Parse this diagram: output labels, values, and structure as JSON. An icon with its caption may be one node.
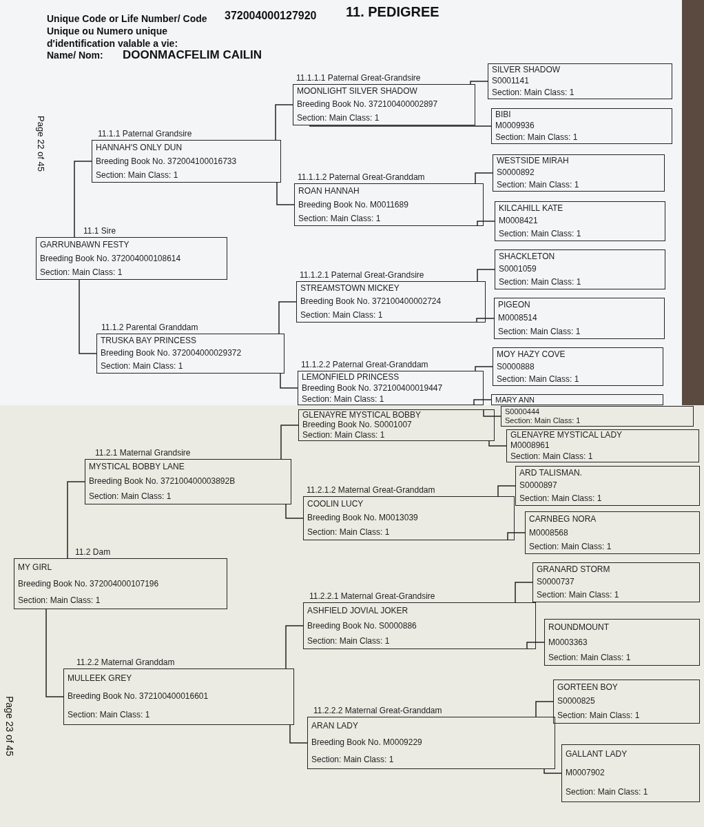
{
  "diagram": {
    "title": "11. PEDIGREE",
    "nodes": [
      {
        "text": [
          "11.1 Sire",
          "GARRUNBAWN FESTY",
          "Breeding Book No. 372004000108614",
          "Section: Main Class: 1"
        ]
      },
      {
        "text": [
          "11.1.1 Paternal Grandsire",
          "HANNAH'S ONLY DUN",
          "Breeding Book No. 372004100016733",
          "Section: Main Class: 1"
        ]
      },
      {
        "text": [
          "11.1.1.1 Paternal Great-Grandsire",
          "MOONLIGHT SILVER SHADOW",
          "Breeding Book No. 372100400002897",
          "Section: Main Class: 1"
        ]
      },
      {
        "text": [
          "SILVER SHADOW",
          "S0001141",
          "Section: Main Class: 1"
        ]
      },
      {
        "text": [
          "BIBI",
          "M0009936",
          "Section: Main Class: 1"
        ]
      },
      {
        "text": [
          "11.1.1.2 Paternal Great-Granddam",
          "ROAN HANNAH",
          "Breeding Book No. M0011689",
          "Section: Main Class: 1"
        ]
      },
      {
        "text": [
          "WESTSIDE MIRAH",
          "S0000892",
          "Section: Main Class: 1"
        ]
      },
      {
        "text": [
          "KILCAHILL KATE",
          "M0008421",
          "Section: Main Class: 1"
        ]
      },
      {
        "text": [
          "11.1.2 Parental Granddam",
          "TRUSKA BAY PRINCESS",
          "Breeding Book No. 372004000029372",
          "Section: Main Class: 1"
        ]
      },
      {
        "text": [
          "11.1.2.1 Paternal Great-Grandsire",
          "STREAMSTOWN MICKEY",
          "Breeding Book No. 372100400002724",
          "Section: Main Class: 1"
        ]
      },
      {
        "text": [
          "SHACKLETON",
          "S0001059",
          "Section: Main Class: 1"
        ]
      },
      {
        "text": [
          "PIGEON",
          "M0008514",
          "Section: Main Class: 1"
        ]
      },
      {
        "text": [
          "11.1.2.2 Paternal Great-Granddam",
          "LEMONFIELD PRINCESS",
          "Breeding Book No. 372100400019447",
          "Section: Main Class: 1"
        ]
      },
      {
        "text": [
          "MOY HAZY COVE",
          "S0000888",
          "Section: Main Class: 1"
        ]
      },
      {
        "text": [
          "MARY ANN"
        ]
      },
      {
        "text": [
          "11.2 Dam",
          "MY GIRL",
          "Breeding Book No. 372004000107196",
          "Section: Main Class: 1"
        ]
      },
      {
        "text": [
          "11.2.1 Maternal Grandsire",
          "MYSTICAL BOBBY LANE",
          "Breeding Book No. 372100400003892B",
          "Section: Main Class: 1"
        ]
      },
      {
        "text": [
          "GLENAYRE MYSTICAL BOBBY",
          "Breeding Book No. S0001007",
          "Section: Main Class: 1"
        ]
      },
      {
        "text": [
          "S0000444",
          "Section: Main Class: 1"
        ]
      },
      {
        "text": [
          "GLENAYRE MYSTICAL LADY",
          "M0008961",
          "Section: Main Class: 1"
        ]
      },
      {
        "text": [
          "11.2.1.2 Maternal Great-Granddam",
          "COOLIN LUCY",
          "Breeding Book No. M0013039",
          "Section: Main Class: 1"
        ]
      },
      {
        "text": [
          "ARD TALISMAN.",
          "S0000897",
          "Section: Main Class: 1"
        ]
      },
      {
        "text": [
          "CARNBEG NORA",
          "M0008568",
          "Section: Main Class: 1"
        ]
      },
      {
        "text": [
          "11.2.2 Maternal Granddam",
          "MULLEEK GREY",
          "Breeding Book No. 372100400016601",
          "Section: Main Class: 1"
        ]
      },
      {
        "text": [
          "11.2.2.1 Maternal Great-Grandsire",
          "ASHFIELD JOVIAL JOKER",
          "Breeding Book No. S0000886",
          "Section: Main Class: 1"
        ]
      },
      {
        "text": [
          "GRANARD STORM",
          "S0000737",
          "Section: Main Class: 1"
        ]
      },
      {
        "text": [
          "ROUNDMOUNT",
          "M0003363",
          "Section: Main Class: 1"
        ]
      },
      {
        "text": [
          "11.2.2.2 Maternal Great-Granddam",
          "ARAN LADY",
          "Breeding Book No. M0009229",
          "Section: Main Class: 1"
        ]
      },
      {
        "text": [
          "GORTEEN BOY",
          "S0000825",
          "Section: Main Class: 1"
        ]
      },
      {
        "text": [
          "GALLANT LADY",
          "M0007902",
          "Section: Main Class: 1"
        ]
      }
    ],
    "edges": [
      {
        "from": 0,
        "to": 1,
        "arrow": "none"
      },
      {
        "from": 0,
        "to": 8,
        "arrow": "none"
      },
      {
        "from": 1,
        "to": 2,
        "arrow": "none"
      },
      {
        "from": 1,
        "to": 5,
        "arrow": "none"
      },
      {
        "from": 2,
        "to": 3,
        "arrow": "none"
      },
      {
        "from": 2,
        "to": 4,
        "arrow": "none"
      },
      {
        "from": 5,
        "to": 6,
        "arrow": "none"
      },
      {
        "from": 5,
        "to": 7,
        "arrow": "none"
      },
      {
        "from": 8,
        "to": 9,
        "arrow": "none"
      },
      {
        "from": 8,
        "to": 12,
        "arrow": "none"
      },
      {
        "from": 9,
        "to": 10,
        "arrow": "none"
      },
      {
        "from": 9,
        "to": 11,
        "arrow": "none"
      },
      {
        "from": 12,
        "to": 13,
        "arrow": "none"
      },
      {
        "from": 12,
        "to": 14,
        "arrow": "none"
      },
      {
        "from": 15,
        "to": 16,
        "arrow": "none"
      },
      {
        "from": 15,
        "to": 23,
        "arrow": "none"
      },
      {
        "from": 16,
        "to": 17,
        "arrow": "none"
      },
      {
        "from": 16,
        "to": 20,
        "arrow": "none"
      },
      {
        "from": 17,
        "to": 18,
        "arrow": "none"
      },
      {
        "from": 17,
        "to": 19,
        "arrow": "none"
      },
      {
        "from": 20,
        "to": 21,
        "arrow": "none"
      },
      {
        "from": 20,
        "to": 22,
        "arrow": "none"
      },
      {
        "from": 23,
        "to": 24,
        "arrow": "none"
      },
      {
        "from": 23,
        "to": 27,
        "arrow": "none"
      },
      {
        "from": 24,
        "to": 25,
        "arrow": "none"
      },
      {
        "from": 24,
        "to": 26,
        "arrow": "none"
      },
      {
        "from": 27,
        "to": 28,
        "arrow": "none"
      },
      {
        "from": 27,
        "to": 29,
        "arrow": "none"
      }
    ],
    "labels": [
      "Unique Code or Life Number/ Code Unique ou Numero unique d'identification valable a vie:",
      "372004000127920",
      "Name/ Nom:",
      "DOONMACFELIM CAILIN",
      "Page 22 of 45",
      "Page 23 of 45"
    ]
  }
}
